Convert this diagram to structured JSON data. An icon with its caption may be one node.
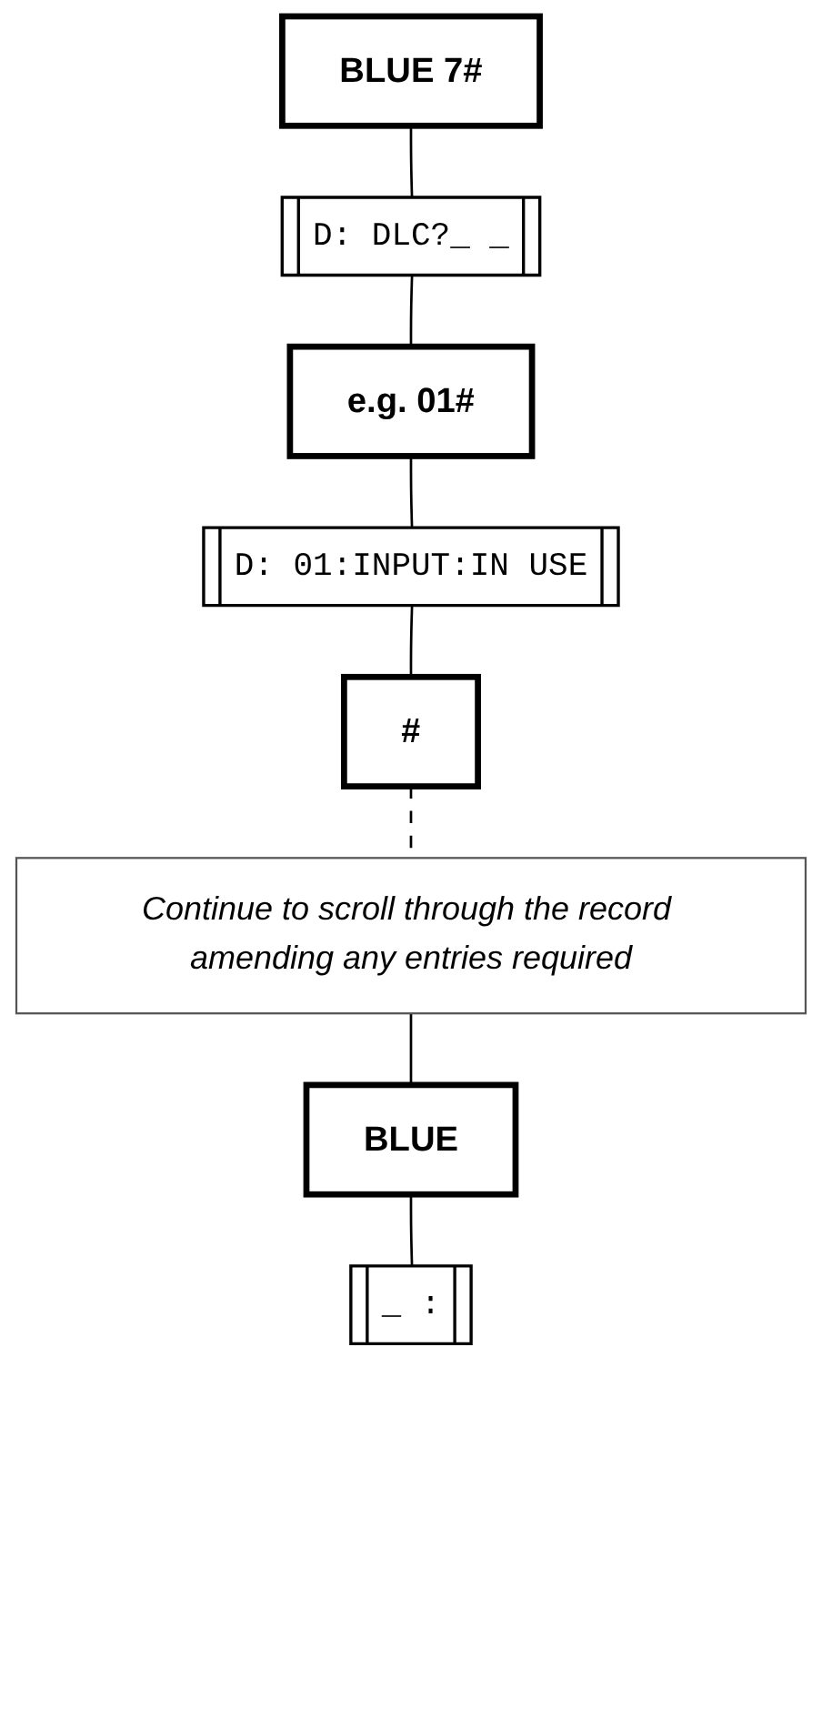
{
  "diagram": {
    "nodes": [
      {
        "text": [
          "BLUE 7#"
        ]
      },
      {
        "text": [
          "D: DLC?_ _"
        ]
      },
      {
        "text": [
          "e.g. 01#"
        ]
      },
      {
        "text": [
          "D: 01:INPUT:IN USE"
        ]
      },
      {
        "text": [
          "#"
        ]
      },
      {
        "text": [
          "Continue to scroll through the record amending any entries required"
        ]
      },
      {
        "text": [
          "BLUE"
        ]
      },
      {
        "text": [
          "_ :"
        ]
      }
    ],
    "edges": [
      {
        "from": 0,
        "to": 1,
        "arrow": "none"
      },
      {
        "from": 1,
        "to": 2,
        "arrow": "none"
      },
      {
        "from": 2,
        "to": 3,
        "arrow": "none"
      },
      {
        "from": 3,
        "to": 4,
        "arrow": "none"
      },
      {
        "from": 4,
        "to": 5,
        "arrow": "none",
        "style": "dashed"
      },
      {
        "from": 5,
        "to": 6,
        "arrow": "none"
      },
      {
        "from": 6,
        "to": 7,
        "arrow": "none"
      }
    ]
  }
}
